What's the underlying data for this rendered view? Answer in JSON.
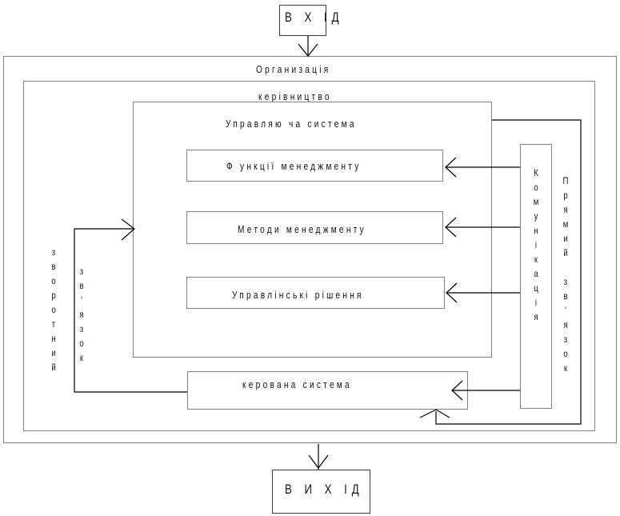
{
  "input": {
    "label": "В Х ІД"
  },
  "output": {
    "label": "В И Х ІД"
  },
  "organization": {
    "label": "Организація"
  },
  "management": {
    "label": "керівництво"
  },
  "control_system": {
    "label": "Управляю ча система",
    "blocks": [
      {
        "label": "Ф ункції менеджменту"
      },
      {
        "label": "Методи менеджменту"
      },
      {
        "label": "Управлінські рішення"
      }
    ]
  },
  "managed_system": {
    "label": "керована система"
  },
  "communication": {
    "label": "Комунікація"
  },
  "direct_link": {
    "label": "Прямий зв'язок"
  },
  "feedback": {
    "word1": "зворотний",
    "word2": "зв'язок"
  },
  "colors": {
    "line": "#000000",
    "border": "#808080"
  }
}
